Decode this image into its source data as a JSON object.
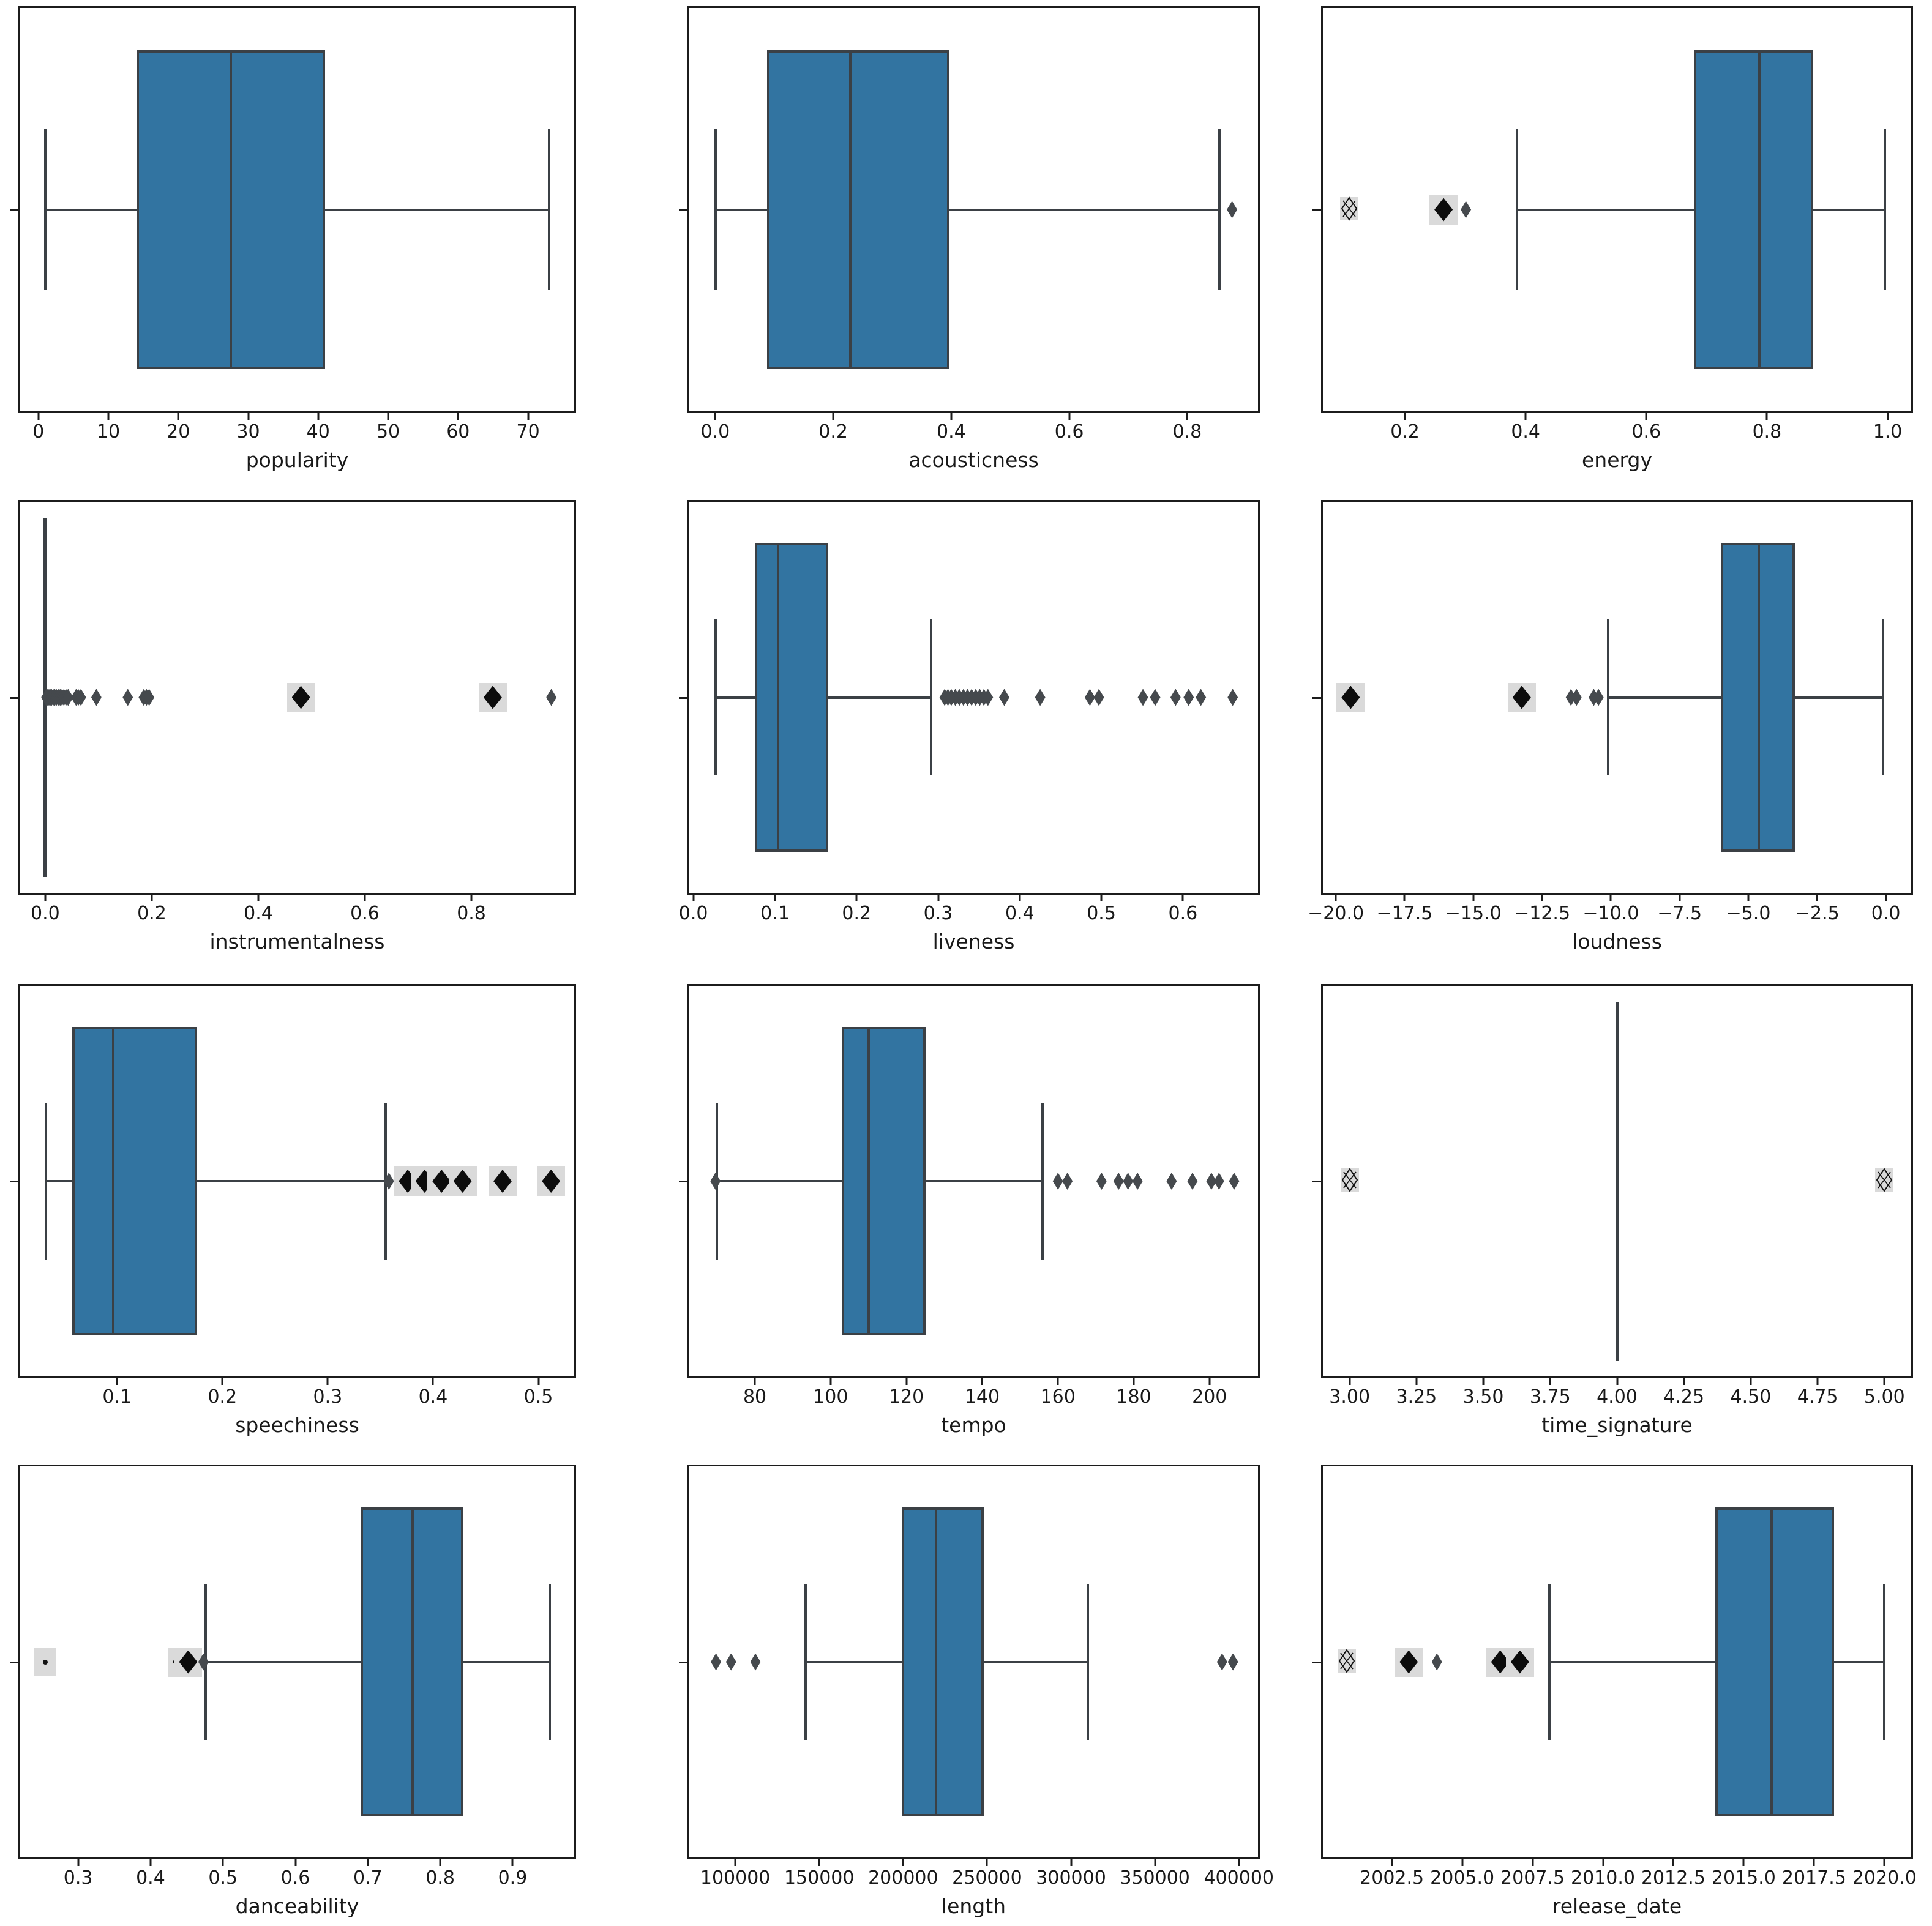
{
  "figure": {
    "kind": "boxplot-grid",
    "rows": 4,
    "cols": 3,
    "colors": {
      "box_fill": "#3274a1",
      "box_line": "#3b4045",
      "frame": "#1c1c1c",
      "outlier": "#45494d",
      "outlier_dense": "#0c0c0c",
      "overlap_bg": "#dadada",
      "text": "#191919",
      "background": "#ffffff"
    }
  },
  "chart_data": [
    {
      "type": "box",
      "label": "popularity",
      "xlim": [
        -2.6,
        76.6
      ],
      "ticks": [
        0,
        10,
        20,
        30,
        40,
        50,
        60,
        70
      ],
      "tick_labels": [
        "0",
        "10",
        "20",
        "30",
        "40",
        "50",
        "60",
        "70"
      ],
      "stats": {
        "whislo": 1,
        "q1": 14,
        "med": 27.5,
        "q3": 41,
        "whishi": 73
      },
      "markers": []
    },
    {
      "type": "box",
      "label": "acousticness",
      "xlim": [
        -0.044,
        0.92
      ],
      "ticks": [
        0.0,
        0.2,
        0.4,
        0.6,
        0.8
      ],
      "tick_labels": [
        "0.0",
        "0.2",
        "0.4",
        "0.6",
        "0.8"
      ],
      "stats": {
        "whislo": 0.001,
        "q1": 0.088,
        "med": 0.229,
        "q3": 0.397,
        "whishi": 0.855
      },
      "markers": [
        {
          "v": 0.876,
          "t": "d"
        }
      ]
    },
    {
      "type": "box",
      "label": "energy",
      "xlim": [
        0.064,
        1.039
      ],
      "ticks": [
        0.2,
        0.4,
        0.6,
        0.8,
        1.0
      ],
      "tick_labels": [
        "0.2",
        "0.4",
        "0.6",
        "0.8",
        "1.0"
      ],
      "stats": {
        "whislo": 0.386,
        "q1": 0.679,
        "med": 0.787,
        "q3": 0.877,
        "whishi": 0.995
      },
      "markers": [
        {
          "v": 0.108,
          "t": "x"
        },
        {
          "v": 0.264,
          "t": "D"
        },
        {
          "v": 0.301,
          "t": "d"
        }
      ]
    },
    {
      "type": "box",
      "label": "instrumentalness",
      "xlim": [
        -0.047,
        0.993
      ],
      "ticks": [
        0.0,
        0.2,
        0.4,
        0.6,
        0.8
      ],
      "tick_labels": [
        "0.0",
        "0.2",
        "0.4",
        "0.6",
        "0.8"
      ],
      "stats": {
        "whislo": 0,
        "q1": 0,
        "med": 0,
        "q3": 0,
        "whishi": 0
      },
      "markers": [
        {
          "v": 0.002,
          "t": "d"
        },
        {
          "v": 0.0045,
          "t": "d"
        },
        {
          "v": 0.007,
          "t": "d"
        },
        {
          "v": 0.0095,
          "t": "d"
        },
        {
          "v": 0.012,
          "t": "d"
        },
        {
          "v": 0.015,
          "t": "d"
        },
        {
          "v": 0.018,
          "t": "d"
        },
        {
          "v": 0.021,
          "t": "d"
        },
        {
          "v": 0.0245,
          "t": "d"
        },
        {
          "v": 0.028,
          "t": "d"
        },
        {
          "v": 0.0315,
          "t": "d"
        },
        {
          "v": 0.035,
          "t": "d"
        },
        {
          "v": 0.039,
          "t": "d"
        },
        {
          "v": 0.043,
          "t": "d"
        },
        {
          "v": 0.058,
          "t": "d"
        },
        {
          "v": 0.062,
          "t": "d"
        },
        {
          "v": 0.067,
          "t": "d"
        },
        {
          "v": 0.096,
          "t": "d"
        },
        {
          "v": 0.155,
          "t": "d"
        },
        {
          "v": 0.185,
          "t": "d"
        },
        {
          "v": 0.19,
          "t": "d"
        },
        {
          "v": 0.195,
          "t": "d"
        },
        {
          "v": 0.48,
          "t": "D"
        },
        {
          "v": 0.84,
          "t": "D"
        },
        {
          "v": 0.95,
          "t": "d"
        }
      ]
    },
    {
      "type": "box",
      "label": "liveness",
      "xlim": [
        -0.005,
        0.692
      ],
      "ticks": [
        0.0,
        0.1,
        0.2,
        0.3,
        0.4,
        0.5,
        0.6
      ],
      "tick_labels": [
        "0.0",
        "0.1",
        "0.2",
        "0.3",
        "0.4",
        "0.5",
        "0.6"
      ],
      "stats": {
        "whislo": 0.027,
        "q1": 0.0755,
        "med": 0.104,
        "q3": 0.165,
        "whishi": 0.291
      },
      "markers": [
        {
          "v": 0.308,
          "t": "d"
        },
        {
          "v": 0.312,
          "t": "d"
        },
        {
          "v": 0.316,
          "t": "d"
        },
        {
          "v": 0.321,
          "t": "d"
        },
        {
          "v": 0.326,
          "t": "d"
        },
        {
          "v": 0.331,
          "t": "d"
        },
        {
          "v": 0.336,
          "t": "d"
        },
        {
          "v": 0.341,
          "t": "d"
        },
        {
          "v": 0.346,
          "t": "d"
        },
        {
          "v": 0.351,
          "t": "d"
        },
        {
          "v": 0.356,
          "t": "d"
        },
        {
          "v": 0.361,
          "t": "d"
        },
        {
          "v": 0.381,
          "t": "d"
        },
        {
          "v": 0.425,
          "t": "d"
        },
        {
          "v": 0.486,
          "t": "d"
        },
        {
          "v": 0.497,
          "t": "d"
        },
        {
          "v": 0.551,
          "t": "d"
        },
        {
          "v": 0.566,
          "t": "d"
        },
        {
          "v": 0.591,
          "t": "d"
        },
        {
          "v": 0.607,
          "t": "d"
        },
        {
          "v": 0.622,
          "t": "d"
        },
        {
          "v": 0.661,
          "t": "d"
        }
      ]
    },
    {
      "type": "box",
      "label": "loudness",
      "xlim": [
        -20.47,
        0.92
      ],
      "ticks": [
        -20.0,
        -17.5,
        -15.0,
        -12.5,
        -10.0,
        -7.5,
        -5.0,
        -2.5,
        0.0
      ],
      "tick_labels": [
        "−20.0",
        "−17.5",
        "−15.0",
        "−12.5",
        "−10.0",
        "−7.5",
        "−5.0",
        "−2.5",
        "0.0"
      ],
      "stats": {
        "whislo": -10.1,
        "q1": -6.0,
        "med": -4.62,
        "q3": -3.3,
        "whishi": -0.11
      },
      "markers": [
        {
          "v": -19.46,
          "t": "D"
        },
        {
          "v": -13.24,
          "t": "D"
        },
        {
          "v": -11.45,
          "t": "d"
        },
        {
          "v": -11.25,
          "t": "d"
        },
        {
          "v": -10.62,
          "t": "d"
        },
        {
          "v": -10.45,
          "t": "d"
        }
      ]
    },
    {
      "type": "box",
      "label": "speechiness",
      "xlim": [
        0.008,
        0.534
      ],
      "ticks": [
        0.1,
        0.2,
        0.3,
        0.4,
        0.5
      ],
      "tick_labels": [
        "0.1",
        "0.2",
        "0.3",
        "0.4",
        "0.5"
      ],
      "stats": {
        "whislo": 0.0322,
        "q1": 0.0575,
        "med": 0.0966,
        "q3": 0.176,
        "whishi": 0.355
      },
      "markers": [
        {
          "v": 0.358,
          "t": "d"
        },
        {
          "v": 0.376,
          "t": "D"
        },
        {
          "v": 0.392,
          "t": "D"
        },
        {
          "v": 0.408,
          "t": "D"
        },
        {
          "v": 0.428,
          "t": "D"
        },
        {
          "v": 0.466,
          "t": "D"
        },
        {
          "v": 0.512,
          "t": "D"
        }
      ]
    },
    {
      "type": "box",
      "label": "tempo",
      "xlim": [
        62.7,
        212.8
      ],
      "ticks": [
        80,
        100,
        120,
        140,
        160,
        180,
        200
      ],
      "tick_labels": [
        "80",
        "100",
        "120",
        "140",
        "160",
        "180",
        "200"
      ],
      "stats": {
        "whislo": 70,
        "q1": 103,
        "med": 110,
        "q3": 125,
        "whishi": 156
      },
      "markers": [
        {
          "v": 69.6,
          "t": "d"
        },
        {
          "v": 160,
          "t": "d"
        },
        {
          "v": 162.5,
          "t": "d"
        },
        {
          "v": 171.5,
          "t": "d"
        },
        {
          "v": 176,
          "t": "d"
        },
        {
          "v": 178.5,
          "t": "d"
        },
        {
          "v": 181,
          "t": "d"
        },
        {
          "v": 190,
          "t": "d"
        },
        {
          "v": 195.5,
          "t": "d"
        },
        {
          "v": 200.5,
          "t": "d"
        },
        {
          "v": 202.5,
          "t": "d"
        },
        {
          "v": 206.5,
          "t": "d"
        }
      ]
    },
    {
      "type": "box",
      "label": "time_signature",
      "xlim": [
        2.9,
        5.1
      ],
      "ticks": [
        3.0,
        3.25,
        3.5,
        3.75,
        4.0,
        4.25,
        4.5,
        4.75,
        5.0
      ],
      "tick_labels": [
        "3.00",
        "3.25",
        "3.50",
        "3.75",
        "4.00",
        "4.25",
        "4.50",
        "4.75",
        "5.00"
      ],
      "stats": {
        "whislo": 4,
        "q1": 4,
        "med": 4,
        "q3": 4,
        "whishi": 4
      },
      "markers": [
        {
          "v": 3.0,
          "t": "x"
        },
        {
          "v": 5.0,
          "t": "x"
        }
      ]
    },
    {
      "type": "box",
      "label": "danceability",
      "xlim": [
        0.22,
        0.985
      ],
      "ticks": [
        0.3,
        0.4,
        0.5,
        0.6,
        0.7,
        0.8,
        0.9
      ],
      "tick_labels": [
        "0.3",
        "0.4",
        "0.5",
        "0.6",
        "0.7",
        "0.8",
        "0.9"
      ],
      "stats": {
        "whislo": 0.476,
        "q1": 0.69,
        "med": 0.762,
        "q3": 0.832,
        "whishi": 0.951
      },
      "markers": [
        {
          "v": 0.255,
          "t": "."
        },
        {
          "v": 0.443,
          "t": "D"
        },
        {
          "v": 0.452,
          "t": "D"
        },
        {
          "v": 0.473,
          "t": "d"
        }
      ]
    },
    {
      "type": "box",
      "label": "length",
      "xlim": [
        72600,
        411400
      ],
      "ticks": [
        100000,
        150000,
        200000,
        250000,
        300000,
        350000,
        400000
      ],
      "tick_labels": [
        "100000",
        "150000",
        "200000",
        "250000",
        "300000",
        "350000",
        "400000"
      ],
      "stats": {
        "whislo": 142000,
        "q1": 199000,
        "med": 219500,
        "q3": 248000,
        "whishi": 310000
      },
      "markers": [
        {
          "v": 88500,
          "t": "d"
        },
        {
          "v": 97500,
          "t": "d"
        },
        {
          "v": 112000,
          "t": "d"
        },
        {
          "v": 390000,
          "t": "d"
        },
        {
          "v": 396500,
          "t": "d"
        }
      ]
    },
    {
      "type": "box",
      "label": "release_date",
      "xlim": [
        2000.05,
        2020.95
      ],
      "ticks": [
        2002.5,
        2005.0,
        2007.5,
        2010.0,
        2012.5,
        2015.0,
        2017.5,
        2020.0
      ],
      "tick_labels": [
        "2002.5",
        "2005.0",
        "2007.5",
        "2010.0",
        "2012.5",
        "2015.0",
        "2017.5",
        "2020.0"
      ],
      "stats": {
        "whislo": 2008.1,
        "q1": 2014,
        "med": 2016,
        "q3": 2018.2,
        "whishi": 2020
      },
      "markers": [
        {
          "v": 2000.9,
          "t": "x"
        },
        {
          "v": 2003.1,
          "t": "D"
        },
        {
          "v": 2004.1,
          "t": "d"
        },
        {
          "v": 2006.35,
          "t": "D"
        },
        {
          "v": 2007.05,
          "t": "D"
        }
      ]
    }
  ]
}
